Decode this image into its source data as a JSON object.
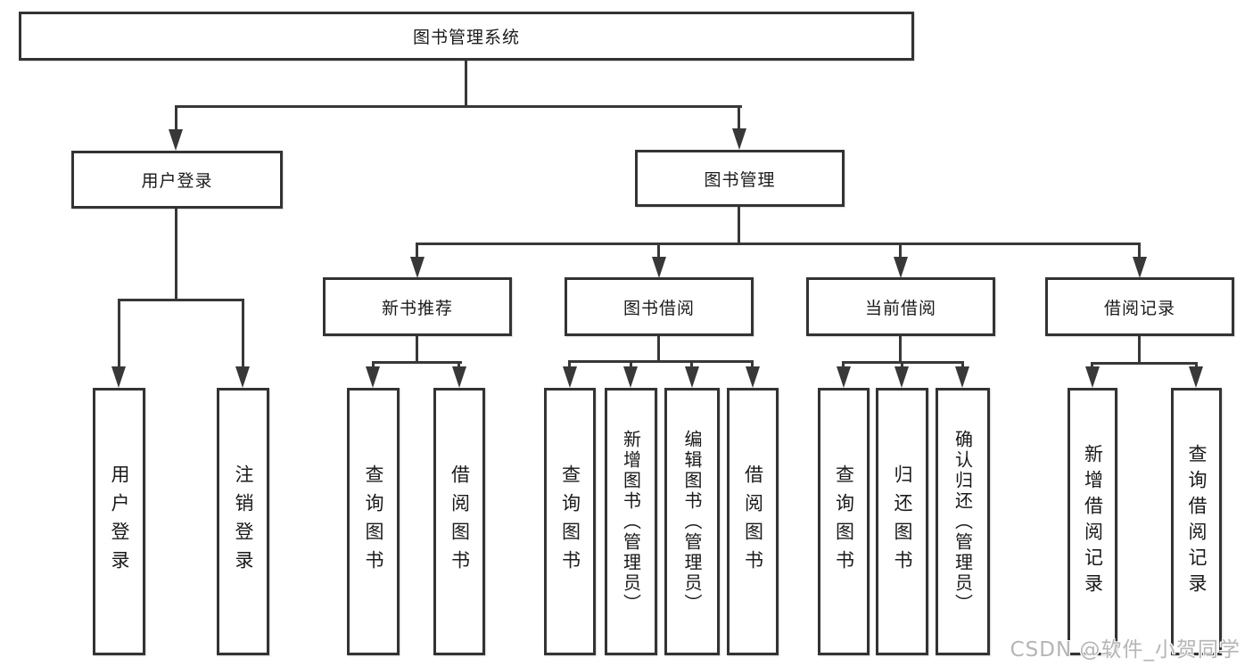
{
  "diagram": {
    "root": "图书管理系统",
    "branches": [
      {
        "label": "用户登录",
        "children": [
          {
            "label": "用户登录"
          },
          {
            "label": "注销登录"
          }
        ]
      },
      {
        "label": "图书管理",
        "children": [
          {
            "label": "新书推荐",
            "children": [
              {
                "label": "查询图书"
              },
              {
                "label": "借阅图书"
              }
            ]
          },
          {
            "label": "图书借阅",
            "children": [
              {
                "label": "查询图书"
              },
              {
                "label": "新增图书（管理员）"
              },
              {
                "label": "编辑图书（管理员）"
              },
              {
                "label": "借阅图书"
              }
            ]
          },
          {
            "label": "当前借阅",
            "children": [
              {
                "label": "查询图书"
              },
              {
                "label": "归还图书"
              },
              {
                "label": "确认归还（管理员）"
              }
            ]
          },
          {
            "label": "借阅记录",
            "children": [
              {
                "label": "新增借阅记录"
              },
              {
                "label": "查询借阅记录"
              }
            ]
          }
        ]
      }
    ]
  },
  "watermark": {
    "text": "CSDN @软件_小贺同学"
  },
  "colors": {
    "line": "#383838",
    "box_border": "#333333",
    "text": "#1a1a1a",
    "watermark": "#b5b5b5",
    "background": "#ffffff"
  }
}
